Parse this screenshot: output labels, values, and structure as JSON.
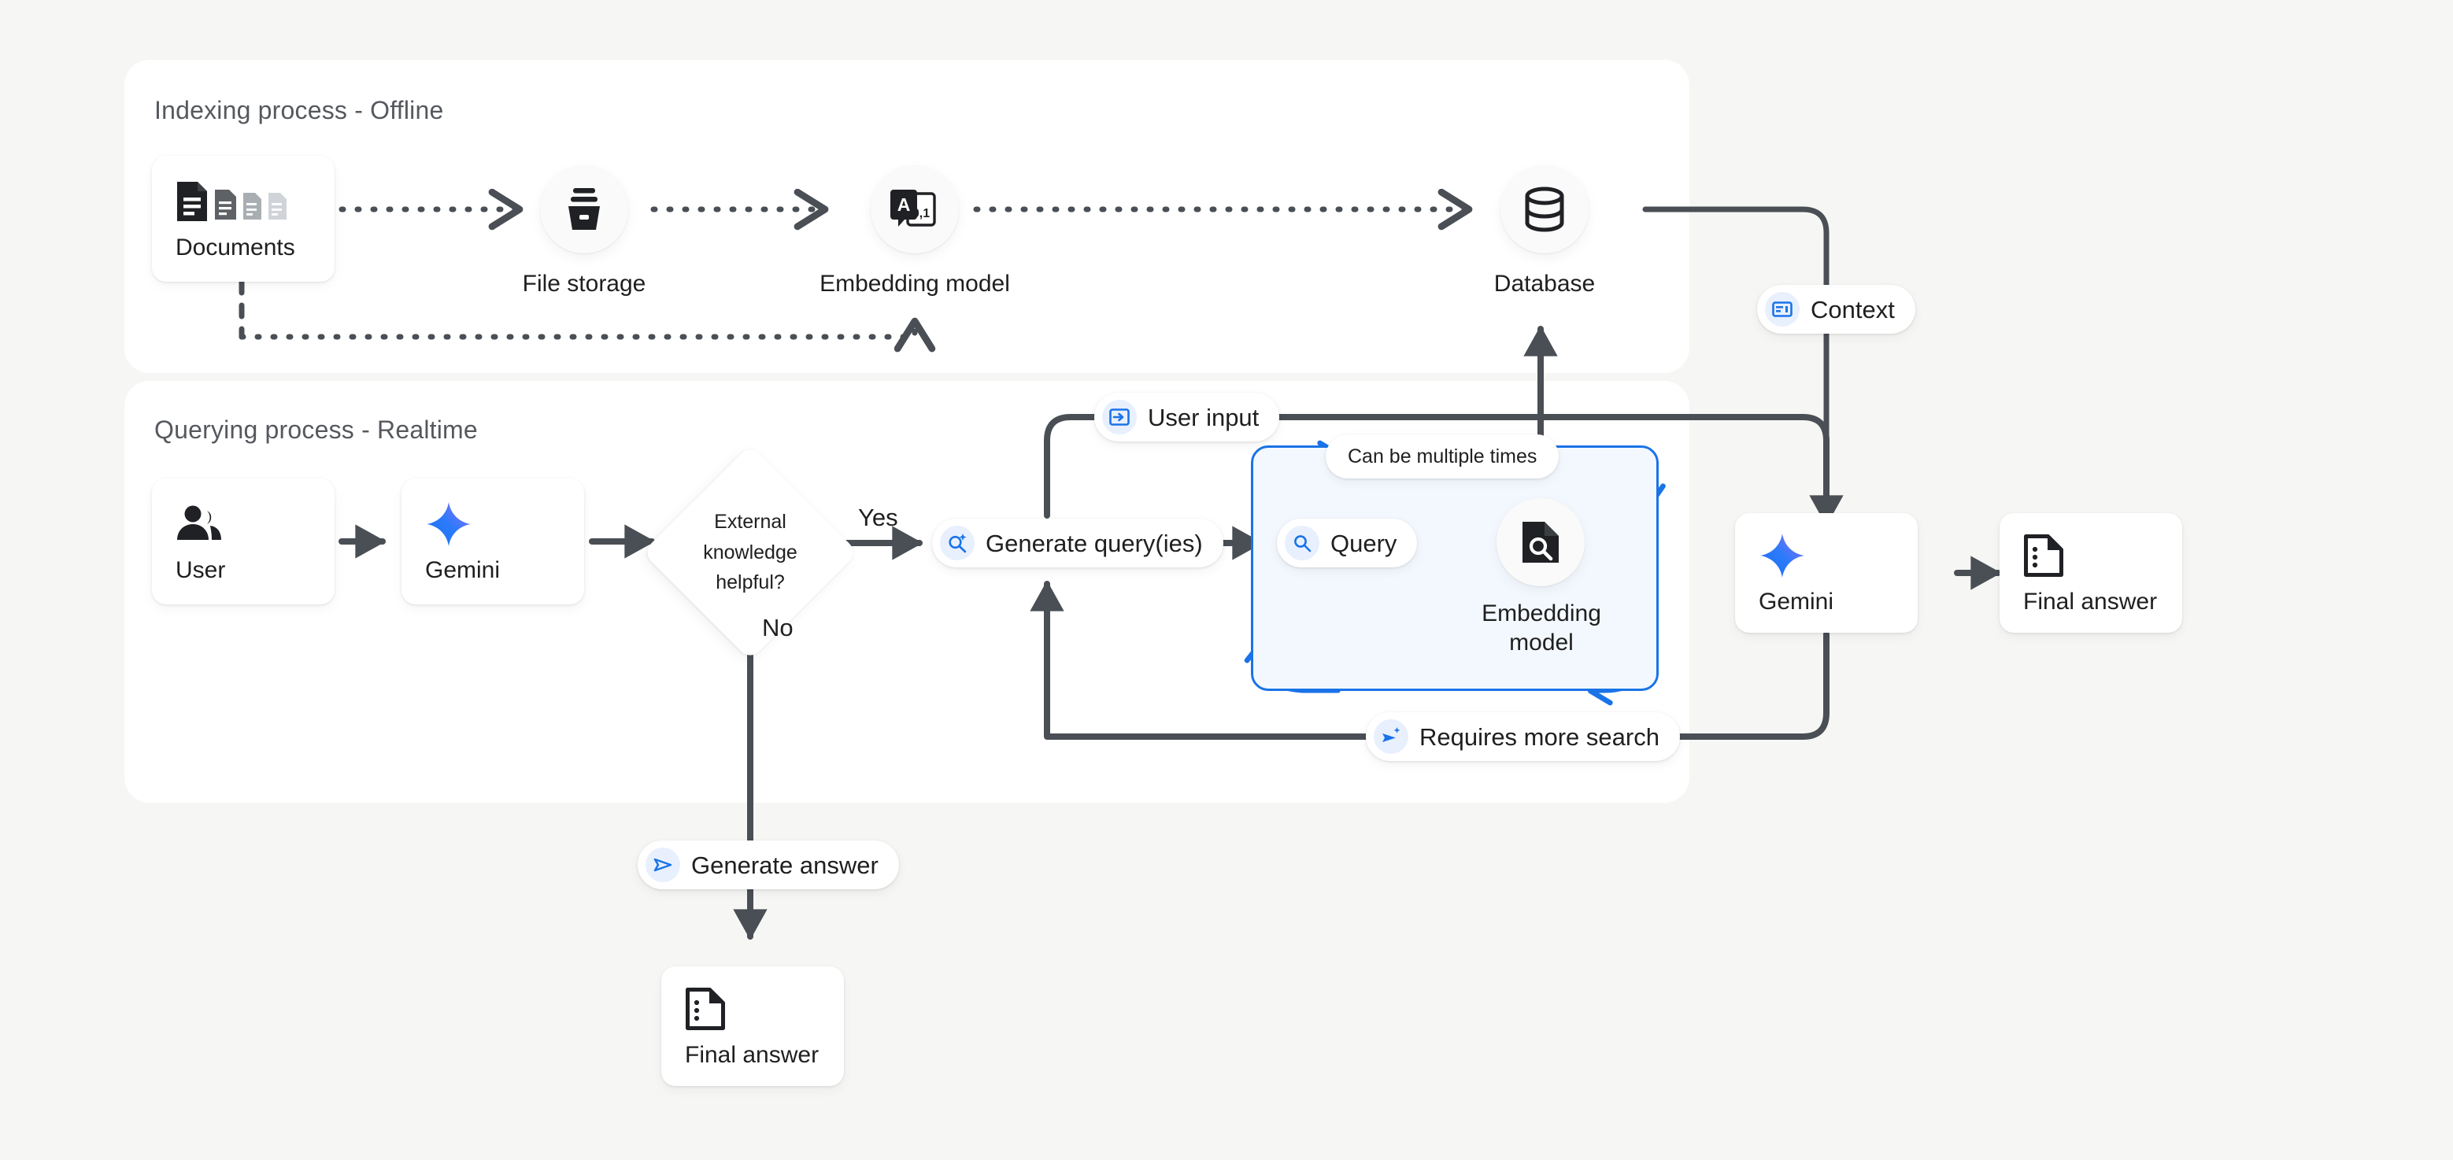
{
  "background_color": "#f6f6f4",
  "accent_blue": "#1a73e8",
  "chip_icon_bg": "#e8f0fe",
  "wire_color": "#4a4f55",
  "panels": [
    {
      "id": "indexing",
      "title": "Indexing process - Offline"
    },
    {
      "id": "querying",
      "title": "Querying process - Realtime"
    }
  ],
  "indexing": {
    "documents": {
      "label": "Documents",
      "icon": "documents-icon"
    },
    "file_storage": {
      "label": "File storage",
      "icon": "file-storage-icon"
    },
    "embedding_model": {
      "label": "Embedding model",
      "icon": "embedding-model-icon"
    },
    "database": {
      "label": "Database",
      "icon": "database-icon"
    }
  },
  "querying": {
    "user": {
      "label": "User",
      "icon": "user-group-icon"
    },
    "gemini": {
      "label": "Gemini",
      "icon": "gemini-sparkle-icon"
    },
    "decision": {
      "line1": "External",
      "line2": "knowledge",
      "line3": "helpful?"
    },
    "branch_yes": "Yes",
    "branch_no": "No",
    "generate_queries": {
      "label": "Generate query(ies)",
      "icon": "search-sparkle-icon"
    },
    "query": {
      "label": "Query",
      "icon": "search-icon"
    },
    "loop_embedding_model": {
      "line1": "Embedding",
      "line2": "model",
      "icon": "document-search-icon"
    },
    "loop_note": "Can be multiple times",
    "user_input": {
      "label": "User input",
      "icon": "input-login-icon"
    },
    "requires_more_search": {
      "label": "Requires more search",
      "icon": "send-sparkle-icon"
    },
    "context": {
      "label": "Context",
      "icon": "context-card-icon"
    },
    "generate_answer": {
      "label": "Generate answer",
      "icon": "send-icon"
    },
    "gemini_final": {
      "label": "Gemini",
      "icon": "gemini-sparkle-icon"
    },
    "final_answer_right": {
      "label": "Final answer",
      "icon": "final-answer-doc-icon"
    },
    "final_answer_bottom": {
      "label": "Final answer",
      "icon": "final-answer-doc-icon"
    }
  }
}
